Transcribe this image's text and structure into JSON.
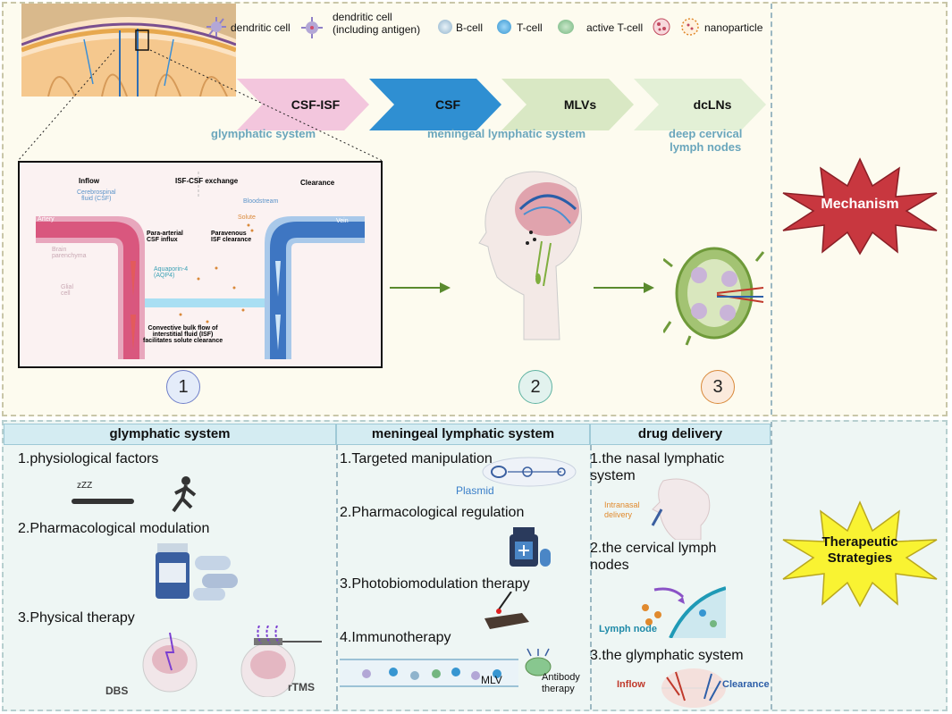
{
  "legend": [
    {
      "label": "dendritic cell",
      "icon": "dendritic-cell-icon"
    },
    {
      "label": "dendritic cell\n(including antigen)",
      "icon": "dendritic-antigen-icon"
    },
    {
      "label": "B-cell",
      "icon": "b-cell-icon"
    },
    {
      "label": "T-cell",
      "icon": "t-cell-icon"
    },
    {
      "label": "active T-cell",
      "icon": "active-t-cell-icon"
    },
    {
      "label": "nanoparticle",
      "icon": "nanoparticle-icon"
    }
  ],
  "flow": [
    {
      "label": "CSF-ISF",
      "color": "#f3c6dd"
    },
    {
      "label": "CSF",
      "color": "#2f8fd2"
    },
    {
      "label": "MLVs",
      "color": "#d9e8c4"
    },
    {
      "label": "dcLNs",
      "color": "#e3f0d6"
    }
  ],
  "flow_sublabels": {
    "glymphatic": "glymphatic system",
    "meningeal": "meningeal lymphatic system",
    "dcln": "deep cervical\nlymph nodes"
  },
  "inset": {
    "inflow": "Inflow",
    "exchange": "ISF-CSF exchange",
    "clearance": "Clearance",
    "csf": "Cerebrospinal\nfluid (CSF)",
    "bloodstream": "Bloodstream",
    "solute": "Solute",
    "artery": "Artery",
    "vein": "Vein",
    "para_arterial": "Para-arterial\nCSF influx",
    "paravenous": "Paravenous\nISF clearance",
    "parenchyma": "Brain\nparenchyma",
    "aqp4": "Aquaporin-4\n(AQP4)",
    "glial": "Glial\ncell",
    "convective": "Convective bulk flow of\ninterstitial fluid (ISF)\nfacilitates solute clearance"
  },
  "numbers": [
    "1",
    "2",
    "3"
  ],
  "mechanism": "Mechanism",
  "therapeutic": "Therapeutic\nStrategies",
  "sections": {
    "glymphatic": {
      "title": "glymphatic system",
      "items": [
        "1.physiological factors",
        "2.Pharmacological modulation",
        "3.Physical therapy"
      ],
      "dbs": "DBS",
      "rtms": "rTMS"
    },
    "meningeal": {
      "title": "meningeal lymphatic system",
      "items": [
        "1.Targeted manipulation",
        "2.Pharmacological regulation",
        "3.Photobiomodulation therapy",
        "4.Immunotherapy"
      ],
      "plasmid": "Plasmid",
      "mlv": "MLV",
      "antibody": "Antibody\ntherapy"
    },
    "drug": {
      "title": "drug delivery",
      "items": [
        "1.the nasal lymphatic\nsystem",
        "2.the cervical lymph\nnodes",
        "3.the glymphatic system"
      ],
      "intranasal": "Intranasal\ndelivery",
      "lymph_node": "Lymph node",
      "inflow": "Inflow",
      "clearance": "Clearance"
    }
  }
}
